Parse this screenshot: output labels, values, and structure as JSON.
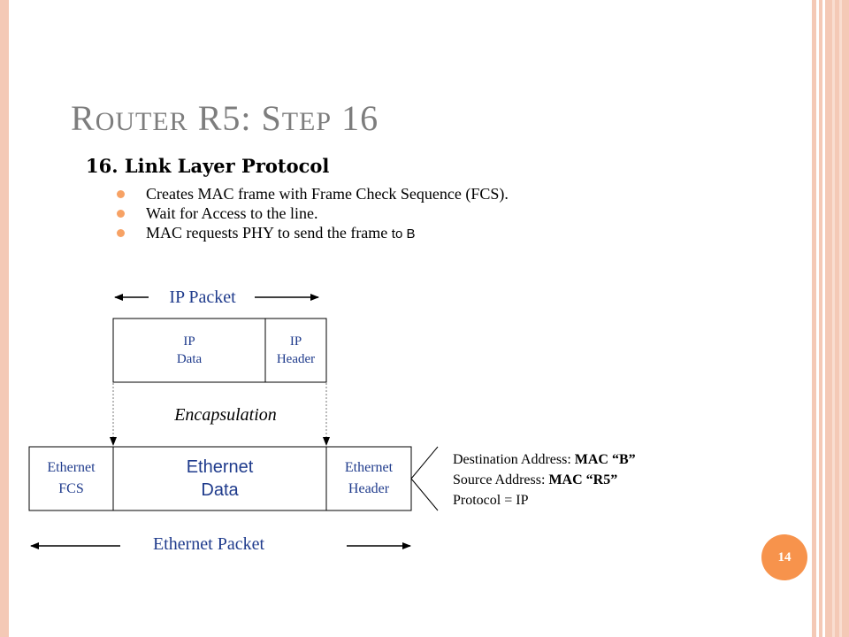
{
  "slide": {
    "title": {
      "r": "R",
      "outer": "OUTER",
      "space1": " ",
      "r5": "R5: ",
      "s": "S",
      "tep": "TEP",
      "num": " 16"
    },
    "heading": "16. Link Layer Protocol",
    "bullets": [
      {
        "text": "Creates MAC frame with Frame Check Sequence (FCS).",
        "suffix": ""
      },
      {
        "text": "Wait for Access to the line.",
        "suffix": ""
      },
      {
        "text": "MAC requests PHY to send the frame ",
        "suffix": "to B"
      }
    ],
    "page_number": "14",
    "colors": {
      "accent": "#f7934c",
      "bullet": "#f7a265",
      "border": "#f4c9b6",
      "box_text": "#1f3b8c"
    }
  },
  "diagram": {
    "ip_packet_label": "IP Packet",
    "ip_data": [
      "IP",
      "Data"
    ],
    "ip_header": [
      "IP",
      "Header"
    ],
    "encapsulation": "Encapsulation",
    "eth_fcs": [
      "Ethernet",
      "FCS"
    ],
    "eth_data": [
      "Ethernet",
      "Data"
    ],
    "eth_header": [
      "Ethernet",
      "Header"
    ],
    "eth_packet_label": "Ethernet Packet",
    "header_info": {
      "dest_label": "Destination Address: ",
      "dest_value": "MAC “B”",
      "src_label": "Source Address: ",
      "src_value": "MAC “R5”",
      "protocol": "Protocol = IP"
    }
  }
}
